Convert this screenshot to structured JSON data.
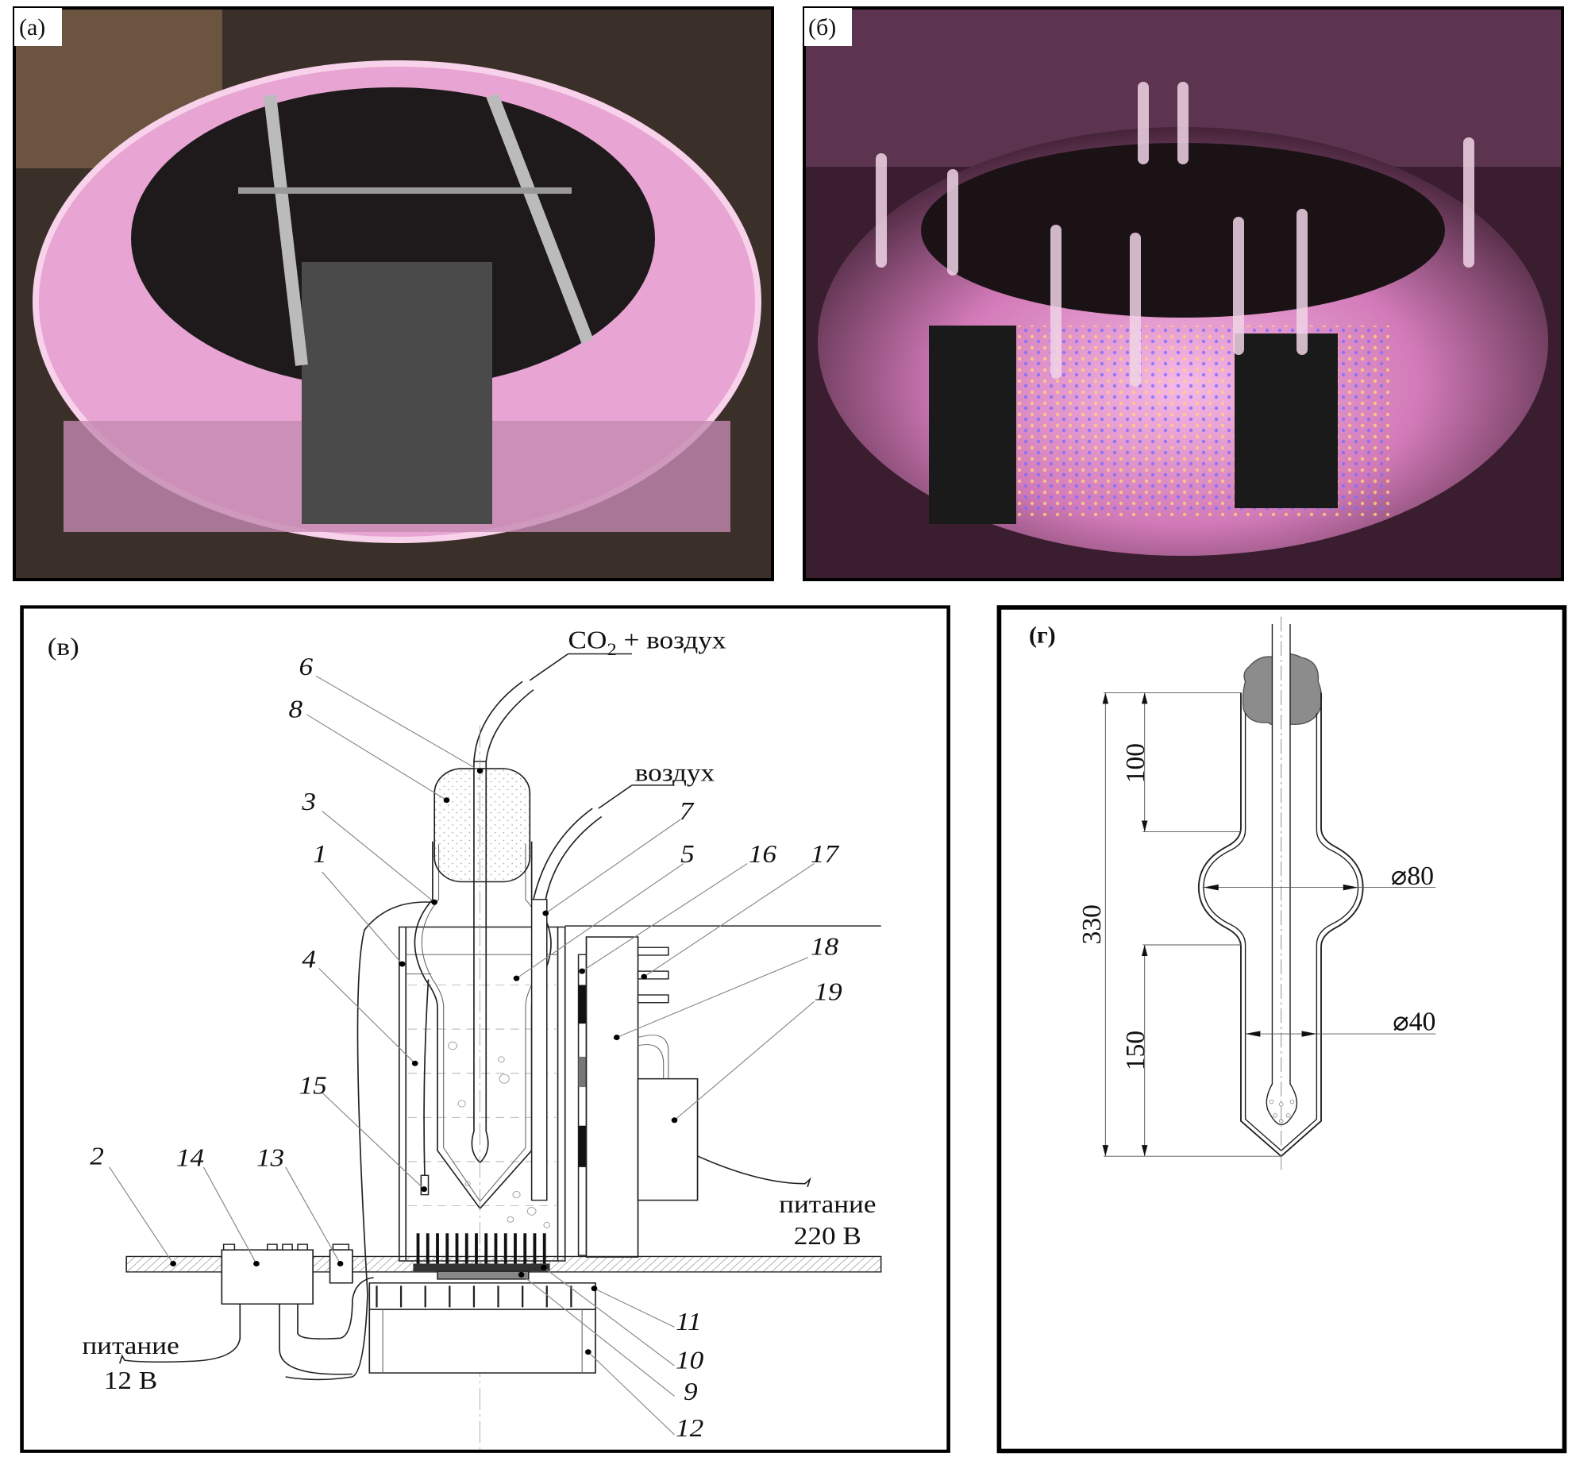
{
  "panels": {
    "a": {
      "label": "(а)"
    },
    "b": {
      "label": "(б)"
    },
    "c": {
      "label": "(в)"
    },
    "d": {
      "label": "(г)"
    }
  },
  "schematic": {
    "inlet_gas": {
      "main": "CO",
      "sub": "2",
      "rest": " + воздух"
    },
    "inlet_air": "воздух",
    "power_220": {
      "line1": "питание",
      "line2": "220 В"
    },
    "power_12": {
      "line1": "питание",
      "line2": "12 В"
    },
    "callouts": [
      "1",
      "2",
      "3",
      "4",
      "5",
      "6",
      "7",
      "8",
      "9",
      "10",
      "11",
      "12",
      "13",
      "14",
      "15",
      "16",
      "17",
      "18",
      "19"
    ]
  },
  "dimensions": {
    "total_length": "330",
    "top_section": "100",
    "bottom_section": "150",
    "bulb_diameter": "⌀80",
    "tube_diameter": "⌀40"
  },
  "colors": {
    "glow": "#f3a6d8",
    "frame": "#000000",
    "gray_fill": "#8c8c8c"
  }
}
